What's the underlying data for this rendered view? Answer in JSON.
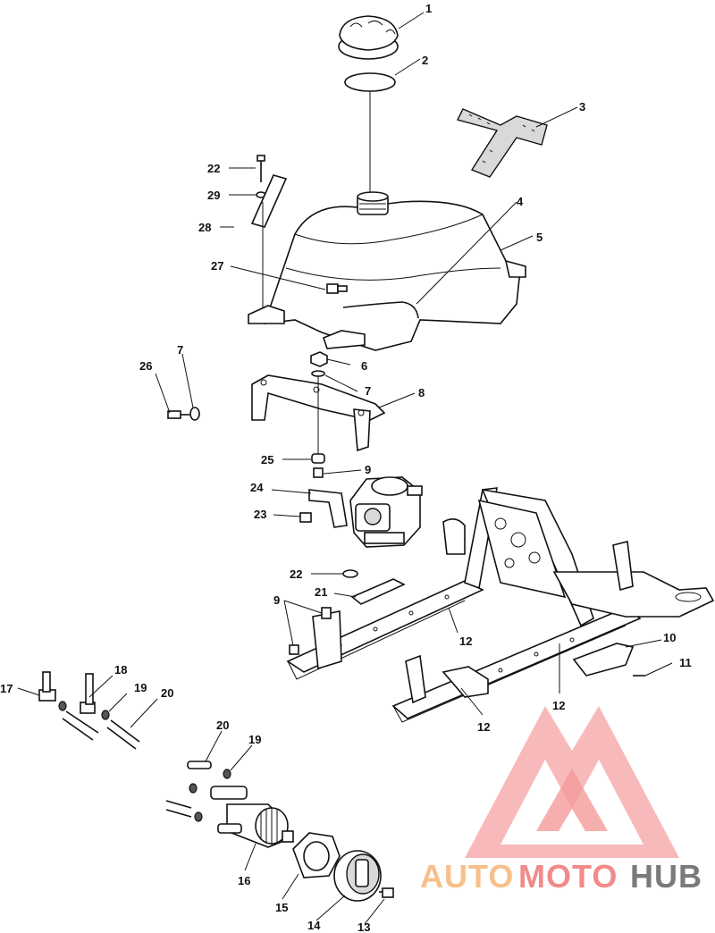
{
  "labels": {
    "l1": "1",
    "l2": "2",
    "l3": "3",
    "l4": "4",
    "l5": "5",
    "l6": "6",
    "l7a": "7",
    "l7b": "7",
    "l8": "8",
    "l9a": "9",
    "l9b": "9",
    "l10": "10",
    "l11": "11",
    "l12a": "12",
    "l12b": "12",
    "l12c": "12",
    "l13": "13",
    "l14": "14",
    "l15": "15",
    "l16": "16",
    "l17": "17",
    "l18": "18",
    "l19a": "19",
    "l19b": "19",
    "l20a": "20",
    "l20b": "20",
    "l21": "21",
    "l22a": "22",
    "l22b": "22",
    "l23": "23",
    "l24": "24",
    "l25": "25",
    "l26": "26",
    "l27": "27",
    "l28": "28",
    "l29": "29"
  },
  "watermark": {
    "part1": "AUTO",
    "part2": "MOTO",
    "part3": "HUB",
    "color_light": "#f7c08a",
    "color_mid": "#f28a8a",
    "color_dark": "#7a7a7a"
  }
}
